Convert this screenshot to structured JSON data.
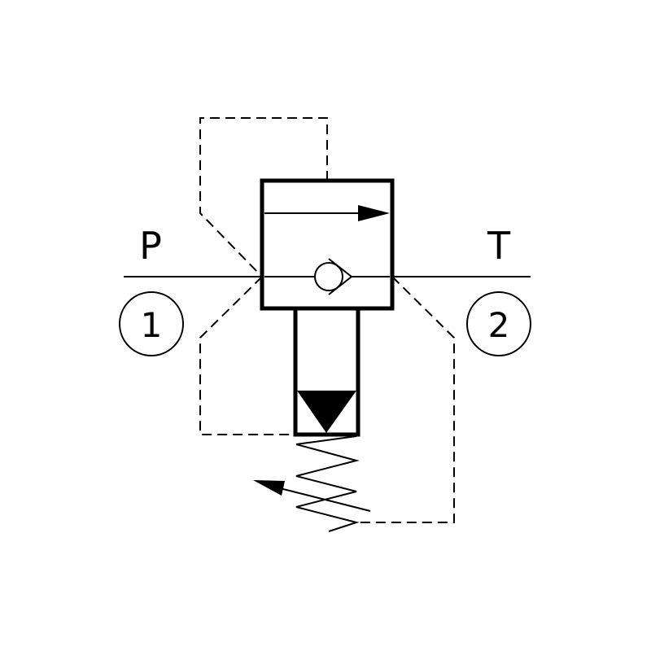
{
  "ports": {
    "inlet": {
      "letter": "P",
      "number": "1"
    },
    "outlet": {
      "letter": "T",
      "number": "2"
    }
  },
  "colors": {
    "line": "#000000",
    "background": "#ffffff"
  }
}
